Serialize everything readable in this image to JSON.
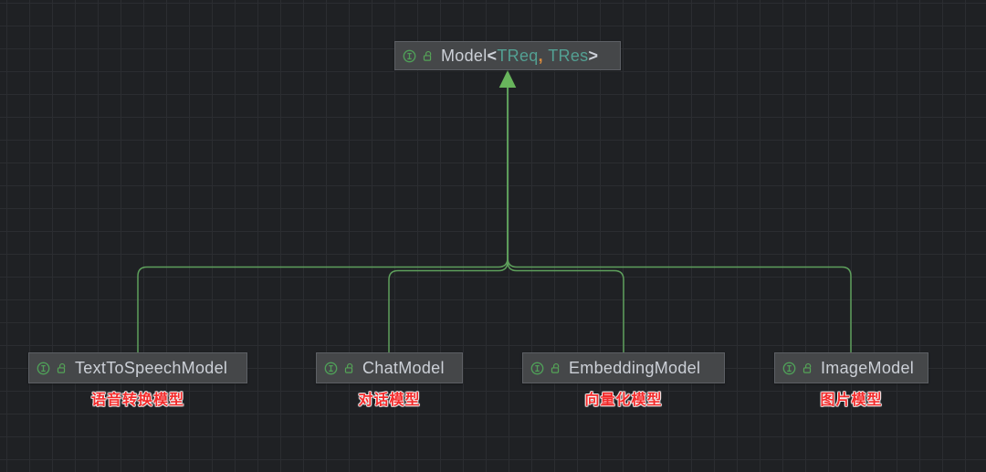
{
  "diagram": {
    "kind": "uml-interface-hierarchy",
    "parent_node": {
      "icons": [
        "interface-icon",
        "unlock-icon"
      ],
      "name": "Model",
      "generic_open": "<",
      "type_param_first": "TReq",
      "type_param_separator": ",",
      "type_param_second": "TRes",
      "generic_close": ">"
    },
    "child_nodes": [
      {
        "icons": [
          "interface-icon",
          "unlock-icon"
        ],
        "name": "TextToSpeechModel",
        "annotation": "语音转换模型"
      },
      {
        "icons": [
          "interface-icon",
          "unlock-icon"
        ],
        "name": "ChatModel",
        "annotation": "对话模型"
      },
      {
        "icons": [
          "interface-icon",
          "unlock-icon"
        ],
        "name": "EmbeddingModel",
        "annotation": "向量化模型"
      },
      {
        "icons": [
          "interface-icon",
          "unlock-icon"
        ],
        "name": "ImageModel",
        "annotation": "图片模型"
      }
    ],
    "relationship": "inheritance-arrow-up"
  },
  "colors": {
    "canvas_background": "#1f2124",
    "grid_line": "#2b2d31",
    "node_background": "#454749",
    "node_border": "#5d6065",
    "node_text": "#ccd0d7",
    "edge_green": "#5ea05c",
    "arrow_green": "#68b55c",
    "interface_icon_green": "#4f9e58",
    "lock_icon_green": "#55a457",
    "type_param_teal": "#53a093",
    "comma_orange": "#d98a3d",
    "annotation_red": "#f32b2b"
  }
}
